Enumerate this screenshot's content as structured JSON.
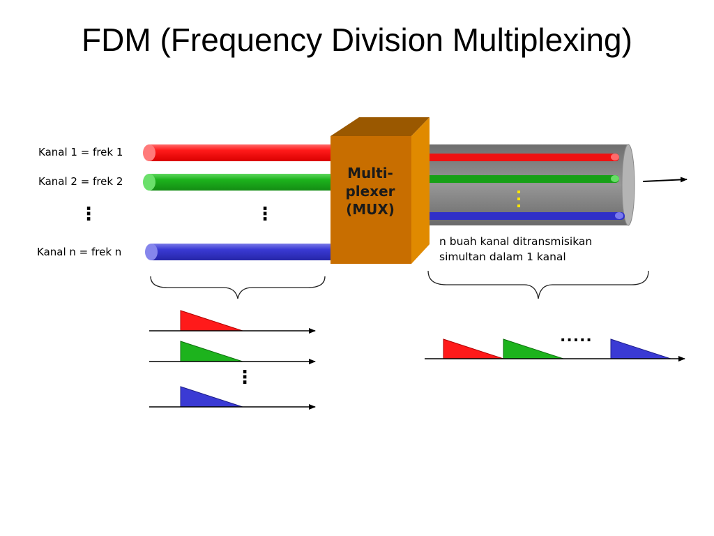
{
  "slide": {
    "title": "FDM (Frequency Division Multiplexing)"
  },
  "inputs": {
    "channels": [
      {
        "label": "Kanal 1 = frek 1",
        "color": "#ff1a1a"
      },
      {
        "label": "Kanal 2 = frek 2",
        "color": "#1db31d"
      },
      {
        "label": "Kanal n = frek n",
        "color": "#3a3ad4"
      }
    ],
    "ellipsis": "⋮"
  },
  "mux": {
    "line1": "Multi-",
    "line2": "plexer",
    "line3": "(MUX)",
    "color": "#c86e00"
  },
  "cable": {
    "caption_line1": "n buah kanal ditransmisikan",
    "caption_line2": "simultan dalam 1 kanal",
    "color": "#8c8c8c"
  },
  "spectrum": {
    "output_ellipsis": "....."
  }
}
